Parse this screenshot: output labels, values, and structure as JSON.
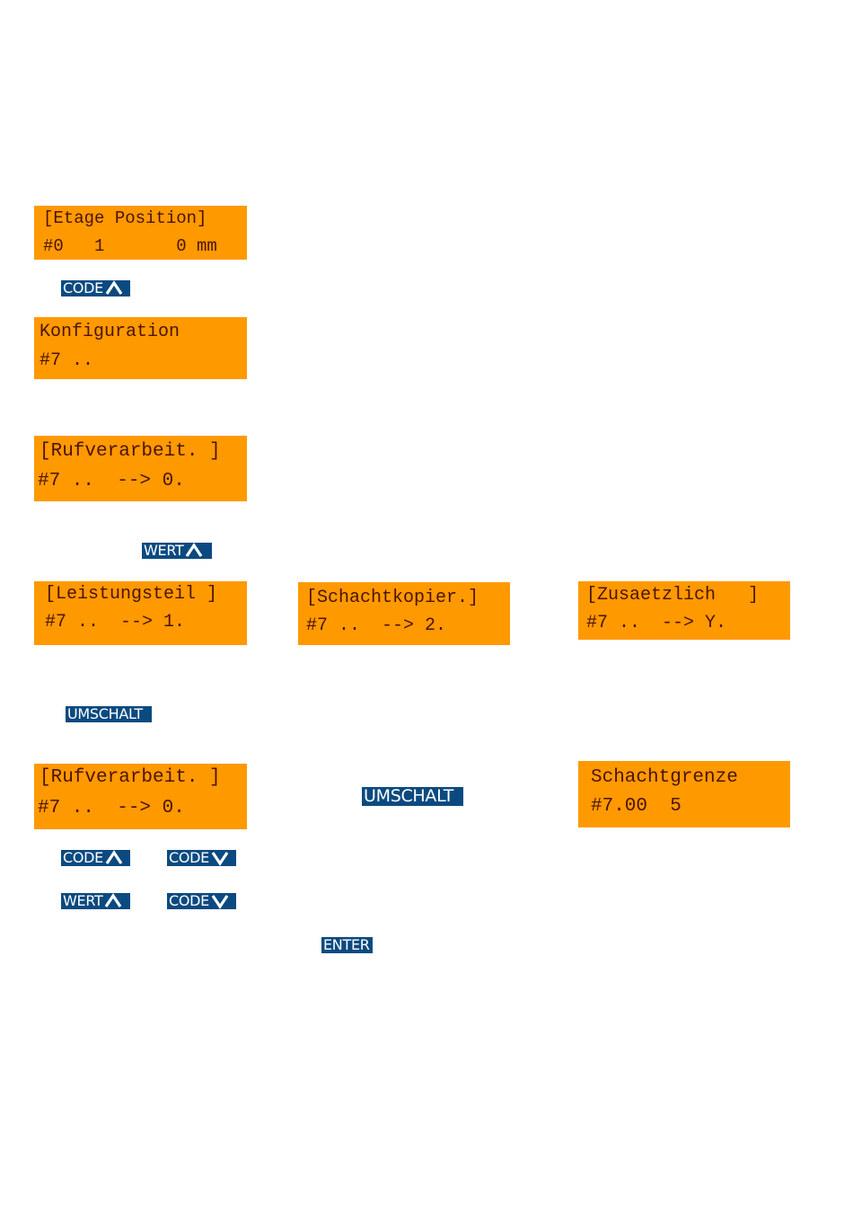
{
  "displays": {
    "etage_position": {
      "line1": "[Etage Position]",
      "line2": "#0   1       0 mm"
    },
    "konfiguration": {
      "line1": "Konfiguration",
      "line2": "#7 .."
    },
    "rufverarbeit_1": {
      "line1": "[Rufverarbeit. ]",
      "line2": "#7 ..  --> 0."
    },
    "leistungsteil": {
      "line1": "[Leistungsteil ]",
      "line2": "#7 ..  --> 1."
    },
    "schachtkopier": {
      "line1": "[Schachtkopier.]",
      "line2": "#7 ..  --> 2."
    },
    "zusaetzlich": {
      "line1": "[Zusaetzlich   ]",
      "line2": "#7 ..  --> Y."
    },
    "rufverarbeit_2": {
      "line1": "[Rufverarbeit. ]",
      "line2": "#7 ..  --> 0."
    },
    "schachtgrenze": {
      "line1": "Schachtgrenze",
      "line2": "#7.00  5"
    }
  },
  "keys": {
    "code": "CODE",
    "wert": "WERT",
    "umschalt": "UMSCHALT",
    "enter": "ENTER"
  },
  "colors": {
    "display_bg": "#ff9900",
    "display_text": "#4a1400",
    "key_bg": "#0b4a80",
    "key_text": "#ffffff"
  },
  "icons": {
    "up": "chevron-up-icon",
    "down": "chevron-down-icon"
  }
}
